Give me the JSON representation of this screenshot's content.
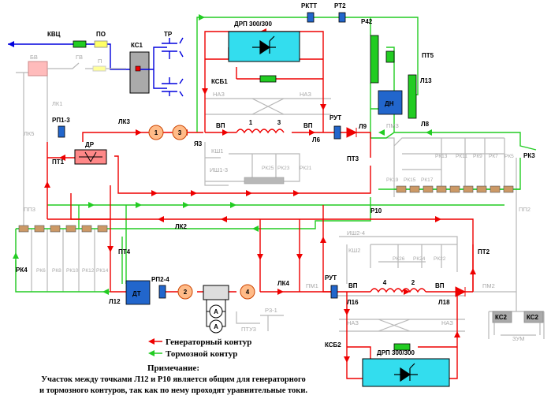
{
  "labels": {
    "kvc": "КВЦ",
    "po": "ПО",
    "ks1": "КС1",
    "tr": "ТР",
    "bv": "БВ",
    "gv": "ГВ",
    "p": "П",
    "lk1": "ЛК1",
    "lk5": "ЛК5",
    "rp13": "РП1-3",
    "pt1": "ПТ1",
    "dr": "ДР",
    "lk3": "ЛК3",
    "ya3": "Я3",
    "vp": "ВП",
    "l6": "Л6",
    "rut": "РУТ",
    "l9": "Л9",
    "naz": "НАЗ",
    "ksb1": "КСБ1",
    "ksh1": "КШ1",
    "ish13": "ИШ1-3",
    "rk25": "РК25",
    "rk23": "РК23",
    "rk21": "РК21",
    "rktt": "РКТТ",
    "rt2": "РТ2",
    "drp_top": "ДРП 300/300",
    "r42": "Р42",
    "pt5": "ПТ5",
    "l13": "Л13",
    "dn": "ДН",
    "l8": "Л8",
    "pm3": "ПМ3",
    "rk13": "РК13",
    "rk11": "РК11",
    "rk9": "РК9",
    "rk7": "РК7",
    "rk5": "РК5",
    "rk3": "РК3",
    "pt3": "ПТ3",
    "rk19": "РК19",
    "rk15": "РК15",
    "rk17": "РК17",
    "p10": "Р10",
    "pp3": "ПП3",
    "pp2": "ПП2",
    "lk2": "ЛК2",
    "pt4": "ПТ4",
    "rk4": "РК4",
    "rk6": "РК6",
    "rk8": "РК8",
    "rk10": "РК10",
    "rk12": "РК12",
    "rk14": "РК14",
    "ish24": "ИШ2-4",
    "ksh2": "КШ2",
    "rk26": "РК26",
    "rk24": "РК24",
    "rk22": "РК22",
    "pt2": "ПТ2",
    "l12": "Л12",
    "dt": "ДТ",
    "rp24": "РП2-4",
    "lk4": "ЛК4",
    "pm1": "ПМ1",
    "l16": "Л16",
    "l18": "Л18",
    "pm2": "ПМ2",
    "ptu3": "ПТУ3",
    "r31": "Р3-1",
    "ksb2": "КСБ2",
    "drp_bottom": "ДРП 300/300",
    "ks2a": "КС2",
    "ks2b": "КС2",
    "zum": "ЗУМ",
    "ammeter": "A"
  },
  "motors": [
    "1",
    "3",
    "2",
    "4"
  ],
  "field_windings": [
    "1",
    "3",
    "4",
    "2"
  ],
  "legend": {
    "generator": "Генераторный контур",
    "brake": "Тормозной контур"
  },
  "note": {
    "title": "Примечание:",
    "line1": "Участок между точками Л12 и Р10 является общим для генераторного",
    "line2": "и тормозного контуров, так как по нему проходят уравнительные токи."
  },
  "colors": {
    "generator_circuit": "#ee0000",
    "brake_circuit": "#22cc22",
    "inactive": "#b8b8b8",
    "supply": "#0000dd",
    "rectifier_box": "#33ddee",
    "motor": "#ffbb88"
  },
  "icons": {
    "legend_generator": "red-arrow-icon",
    "legend_brake": "green-arrow-icon",
    "rectifier": "thyristor-icon",
    "ammeter": "ammeter-icon",
    "ground": "ground-icon"
  }
}
